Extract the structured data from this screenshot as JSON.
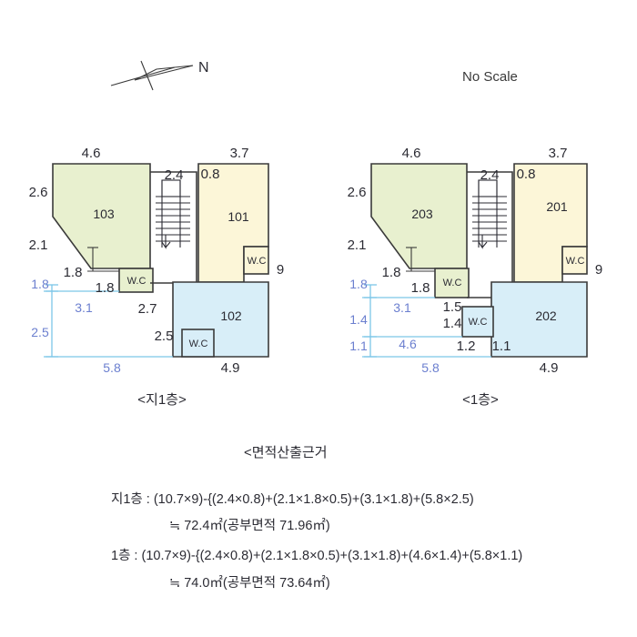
{
  "document": {
    "north_label": "N",
    "scale_note": "No Scale"
  },
  "plans": [
    {
      "id": "basement-first-floor",
      "title": "<지1층>",
      "rooms": [
        {
          "name": "103",
          "type": "green"
        },
        {
          "name": "101",
          "type": "yellow"
        },
        {
          "name": "102",
          "type": "blue"
        },
        {
          "name": "W.C",
          "type": "green"
        },
        {
          "name": "W.C",
          "type": "yellow"
        },
        {
          "name": "W.C",
          "type": "blue"
        }
      ],
      "dims_black": [
        "4.6",
        "3.7",
        "2.4",
        "0.8",
        "2.6",
        "2.1",
        "1.8",
        "1.8",
        "2.7",
        "2.5",
        "4.9",
        "9"
      ],
      "dims_blue": [
        "1.8",
        "3.1",
        "2.5",
        "5.8"
      ],
      "labels": {
        "top_left": "4.6",
        "top_right": "3.7",
        "top_mid": "2.4",
        "top_mid2": "0.8",
        "left_upper": "2.6",
        "left_lower": "2.1",
        "diag_base": "1.8",
        "wc_left": "1.8",
        "wc_right": "2.7",
        "wc_bottom": "2.5",
        "bottom_right": "4.9",
        "right_side": "9",
        "blue_1": "1.8",
        "blue_2": "3.1",
        "blue_3": "2.5",
        "blue_4": "5.8"
      }
    },
    {
      "id": "first-floor",
      "title": "<1층>",
      "rooms": [
        {
          "name": "203",
          "type": "green"
        },
        {
          "name": "201",
          "type": "yellow"
        },
        {
          "name": "202",
          "type": "blue"
        },
        {
          "name": "W.C",
          "type": "green"
        },
        {
          "name": "W.C",
          "type": "yellow"
        },
        {
          "name": "W.C",
          "type": "blue"
        }
      ],
      "dims_black": [
        "4.6",
        "3.7",
        "2.4",
        "0.8",
        "2.6",
        "2.1",
        "1.8",
        "1.8",
        "1.5",
        "1.4",
        "1.2",
        "1.1",
        "4.9",
        "9"
      ],
      "dims_blue": [
        "1.8",
        "3.1",
        "1.4",
        "4.6",
        "1.1",
        "5.8"
      ],
      "labels": {
        "top_left": "4.6",
        "top_right": "3.7",
        "top_mid": "2.4",
        "top_mid2": "0.8",
        "left_upper": "2.6",
        "left_lower": "2.1",
        "diag_base": "1.8",
        "wc_left": "1.8",
        "wc_stub": "1.5",
        "wc_stub2": "1.4",
        "wc_bottom": "1.2",
        "room_left": "1.1",
        "bottom_right": "4.9",
        "right_side": "9",
        "blue_1": "1.8",
        "blue_2": "3.1",
        "blue_3": "1.4",
        "blue_4": "4.6",
        "blue_5": "1.1",
        "blue_6": "5.8"
      }
    }
  ],
  "area_basis": {
    "heading": "<면적산출근거",
    "lines": [
      "지1층 : (10.7×9)-{(2.4×0.8)+(2.1×1.8×0.5)+(3.1×1.8)+(5.8×2.5)",
      "≒ 72.4㎡(공부면적 71.96㎡)",
      "1층 : (10.7×9)-{(2.4×0.8)+(2.1×1.8×0.5)+(3.1×1.8)+(4.6×1.4)+(5.8×1.1)",
      "≒ 74.0㎡(공부면적 73.64㎡)"
    ]
  },
  "colors": {
    "green_fill": "#e8f0cf",
    "yellow_fill": "#fcf6d8",
    "blue_fill": "#d8eef8",
    "blue_dim": "#6b7fcf",
    "blue_line": "#7cc6e8",
    "wall": "#3a3a3a"
  }
}
